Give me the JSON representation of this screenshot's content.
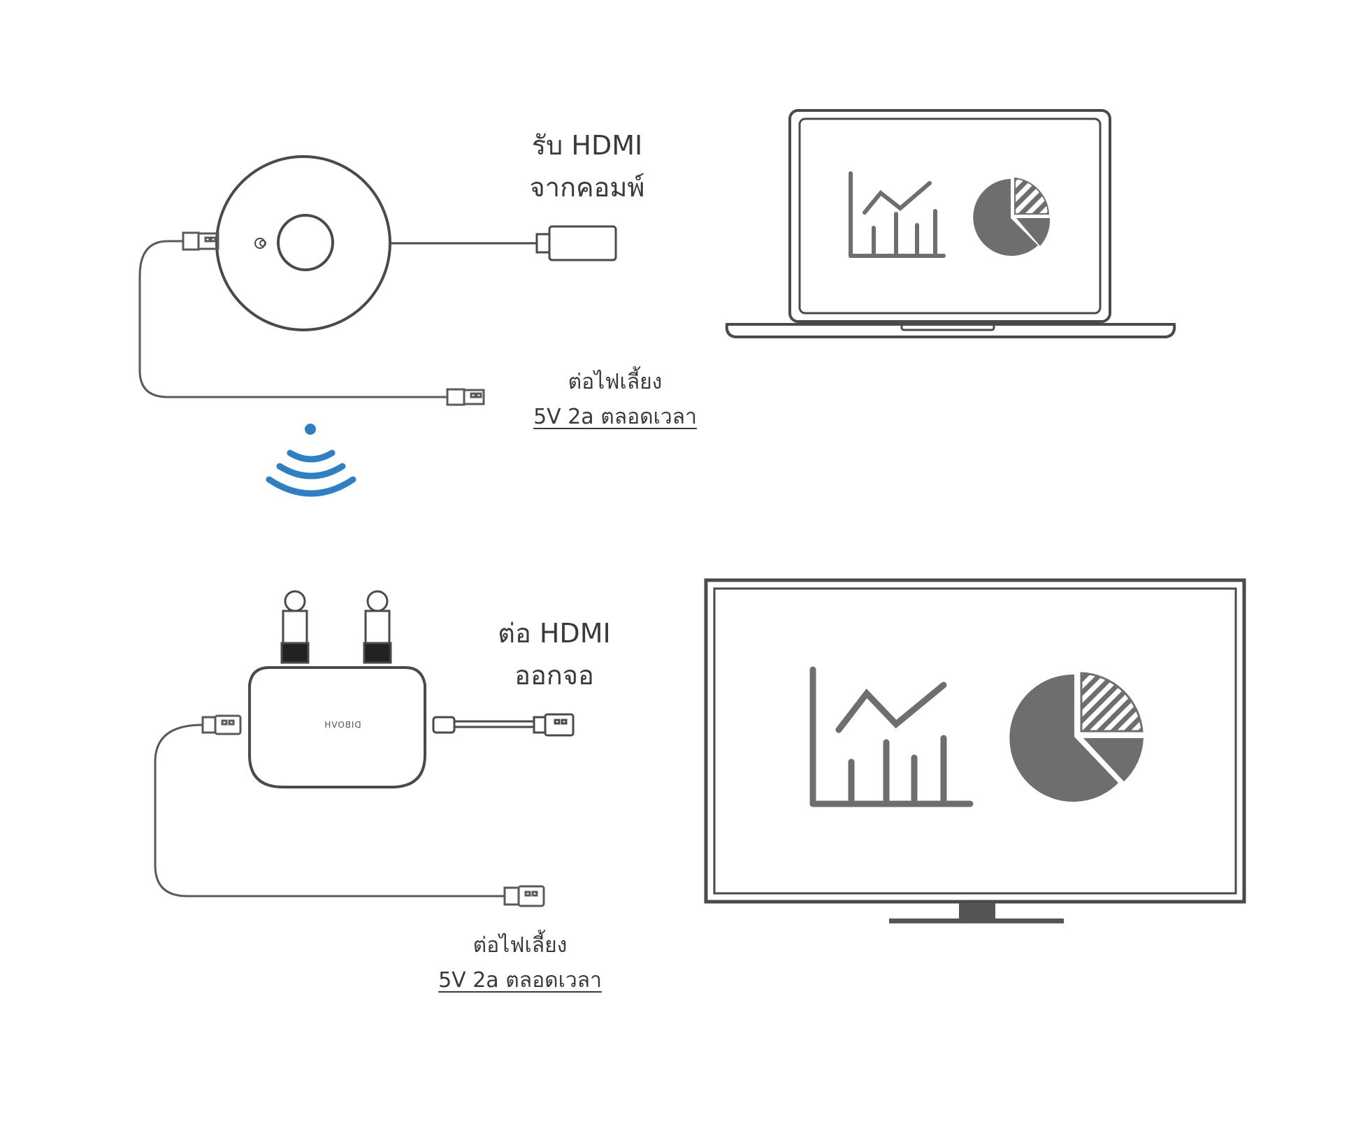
{
  "transmitter": {
    "label_line1": "รับ HDMI",
    "label_line2": "จากคอมพ์",
    "power_line1": "ต่อไฟเลี้ยง",
    "power_line2": "5V 2a ตลอดเวลา"
  },
  "receiver": {
    "label_line1": "ต่อ HDMI",
    "label_line2": "ออกจอ",
    "brand": "DIBOVH",
    "power_line1": "ต่อไฟเลี้ยง",
    "power_line2": "5V 2a ตลอดเวลา"
  },
  "colors": {
    "line": "#4a4a4a",
    "chart_fill": "#6e6e6e",
    "wifi": "#2f7fc1"
  },
  "icons": [
    "wifi-icon",
    "laptop-icon",
    "tv-icon",
    "line-chart-icon",
    "pie-chart-icon",
    "hdmi-plug-icon",
    "usb-plug-icon"
  ]
}
